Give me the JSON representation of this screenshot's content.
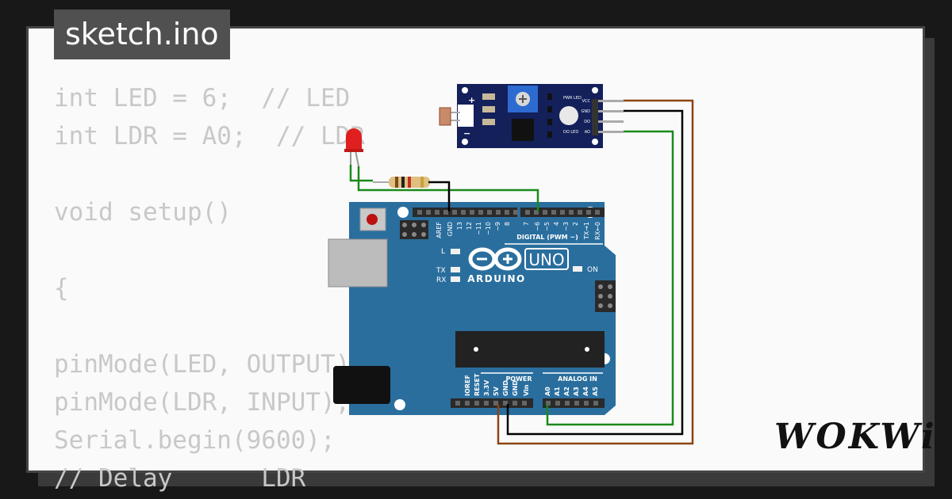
{
  "tab": {
    "title": "sketch.ino"
  },
  "code": {
    "lines": [
      "int LED = 6;  // LED",
      "int LDR = A0;  // LDR",
      "",
      "void setup()",
      "",
      "{",
      "",
      "pinMode(LED, OUTPUT);",
      "pinMode(LDR, INPUT);",
      "Serial.begin(9600);",
      "// Delay      LDR"
    ]
  },
  "board": {
    "logo_text": "ARDUINO",
    "model": "UNO",
    "on_label": "ON",
    "digital_label": "DIGITAL (PWM ~)",
    "digital_pins": [
      "AREF",
      "GND",
      "13",
      "12",
      "~11",
      "~10",
      "~9",
      "8",
      "7",
      "~6",
      "~5",
      "4",
      "~3",
      "2",
      "TX→1",
      "RX←0"
    ],
    "power_label": "POWER",
    "power_pins": [
      "IOREF",
      "RESET",
      "3.3V",
      "5V",
      "GND",
      "GND",
      "Vin"
    ],
    "analog_label": "ANALOG IN",
    "analog_pins": [
      "A0",
      "A1",
      "A2",
      "A3",
      "A4",
      "A5"
    ],
    "led_l": "L",
    "led_tx": "TX",
    "led_rx": "RX"
  },
  "sensor": {
    "plus": "+",
    "minus": "−",
    "pwr_led": "PWR\nLED",
    "do_led": "DO\nLED",
    "pins": [
      "VCC",
      "GND",
      "DO",
      "AO"
    ]
  },
  "brand": {
    "name": "WOKWi"
  },
  "colors": {
    "board": "#2a6e9e",
    "sensor": "#13205a",
    "wire_vcc": "#8b4513",
    "wire_gnd": "#000000",
    "wire_signal": "#1a8a1a",
    "led": "#e02020"
  }
}
